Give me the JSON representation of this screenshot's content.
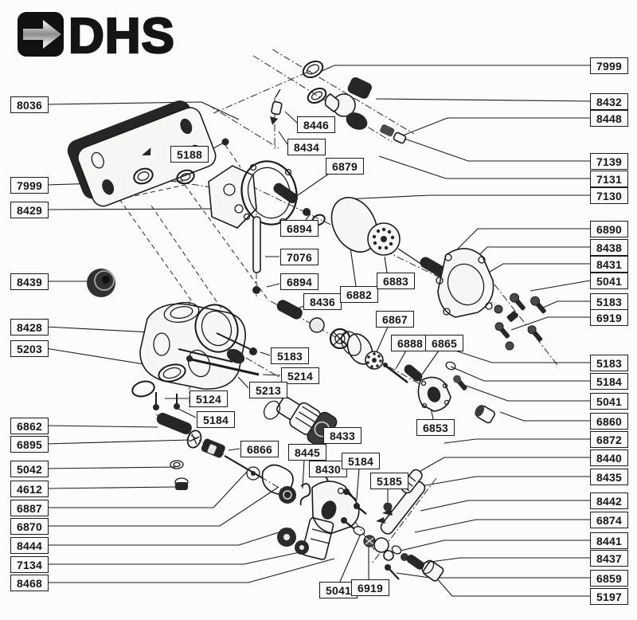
{
  "logo": {
    "text": "DHS",
    "icon": "arrow-right-icon"
  },
  "part_labels": {
    "left_column": [
      "8036",
      "7999",
      "8429",
      "8439",
      "8428",
      "5203",
      "6862",
      "6895",
      "5042",
      "4612",
      "6887",
      "6870",
      "8444",
      "7134",
      "8468"
    ],
    "right_column": [
      "7999",
      "8432",
      "8448",
      "7139",
      "7131",
      "7130",
      "6890",
      "8438",
      "8431",
      "5041",
      "5183",
      "6919",
      "5183",
      "5184",
      "5041",
      "6860",
      "6872",
      "8440",
      "8435",
      "8442",
      "6874",
      "8441",
      "8437",
      "6859",
      "5197"
    ],
    "middle": [
      "5188",
      "8446",
      "8434",
      "6879",
      "6894",
      "7076",
      "6894",
      "8436",
      "6882",
      "6883",
      "6867",
      "6888",
      "6865",
      "5183",
      "5214",
      "5213",
      "5124",
      "5184",
      "6866",
      "8433",
      "8445",
      "8430",
      "5184",
      "5185",
      "6853",
      "5041",
      "6919"
    ]
  },
  "colors": {
    "line": "#1b1b1b",
    "paper": "#fcfcfb",
    "dark_part": "#262626"
  }
}
